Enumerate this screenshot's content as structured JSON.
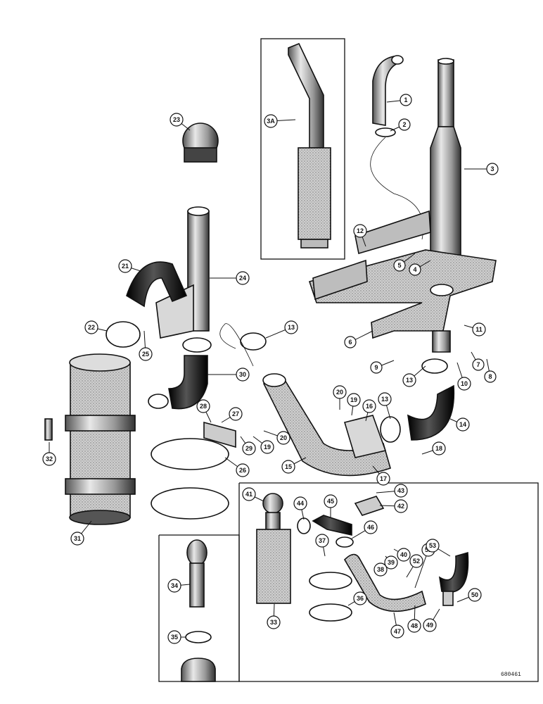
{
  "diagram": {
    "reference_code": "680461",
    "callouts": [
      "1",
      "2",
      "3",
      "3A",
      "4",
      "5",
      "6",
      "7",
      "8",
      "9",
      "10",
      "11",
      "12",
      "13",
      "13",
      "13",
      "14",
      "15",
      "16",
      "17",
      "18",
      "19",
      "19",
      "20",
      "20",
      "21",
      "22",
      "23",
      "24",
      "25",
      "26",
      "27",
      "28",
      "29",
      "30",
      "31",
      "32",
      "33",
      "34",
      "35",
      "36",
      "37",
      "38",
      "39",
      "40",
      "41",
      "42",
      "43",
      "44",
      "45",
      "46",
      "47",
      "48",
      "49",
      "50",
      "51",
      "52",
      "53"
    ]
  }
}
